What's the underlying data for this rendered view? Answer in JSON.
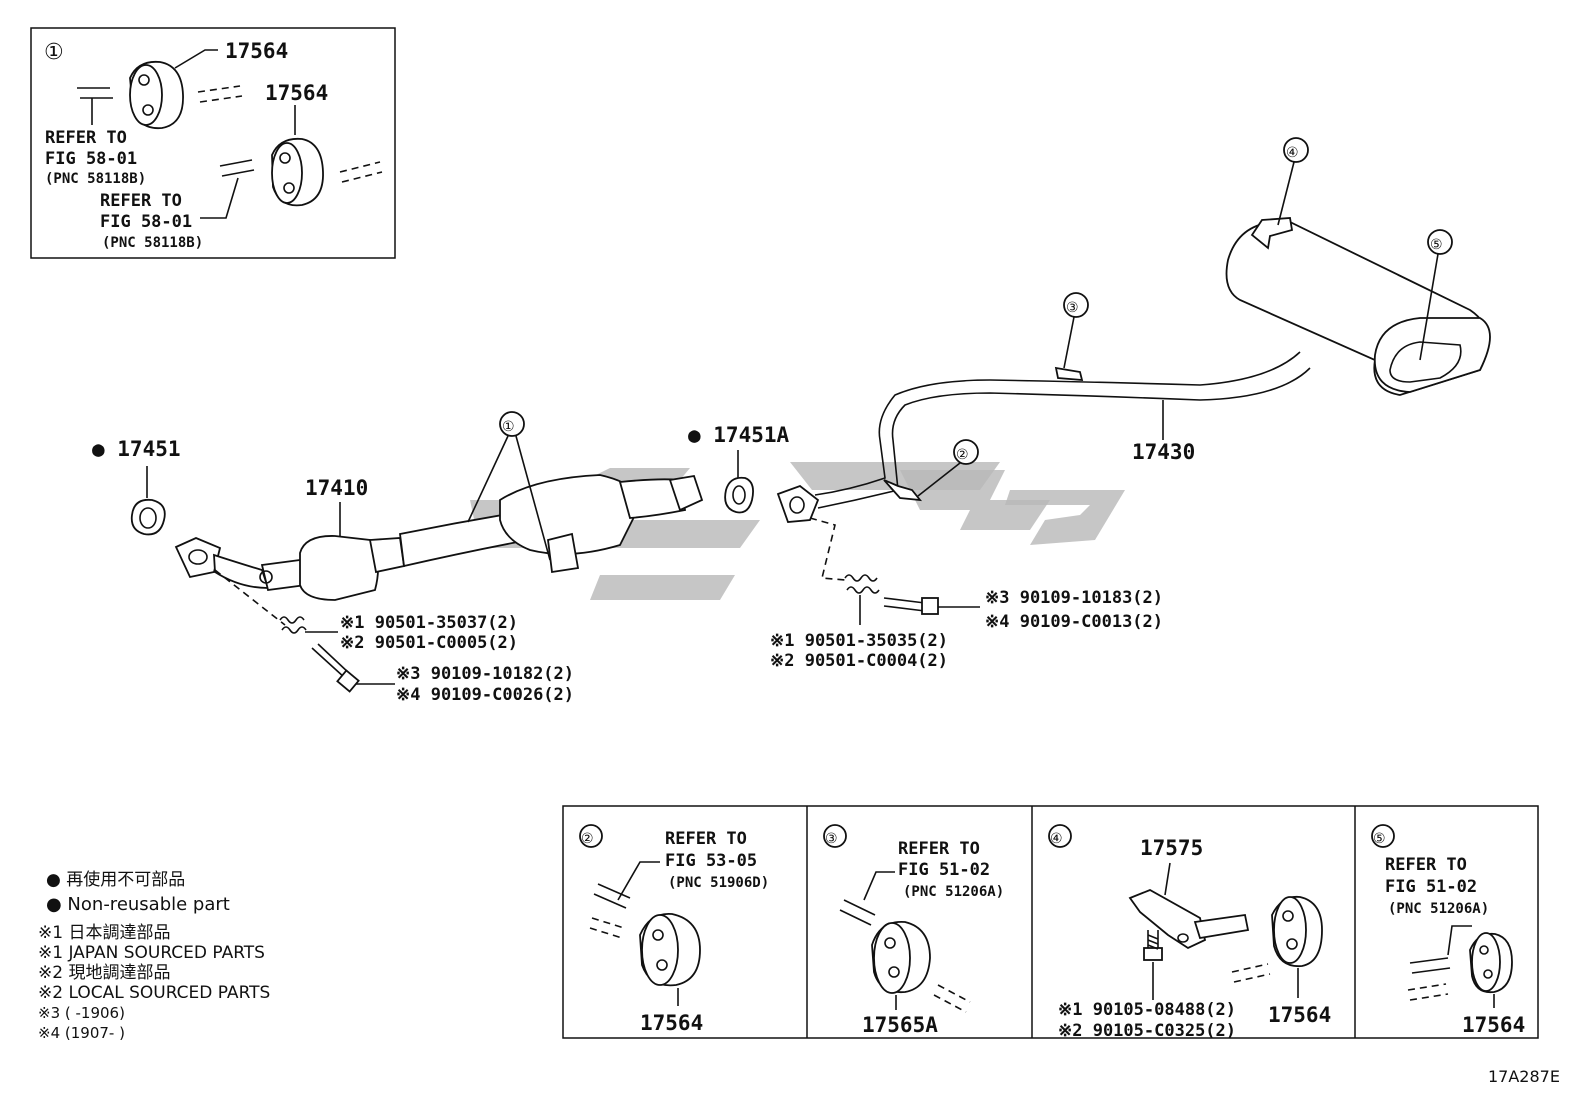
{
  "inset1": {
    "marker": "①",
    "part_top": "17564",
    "part_second": "17564",
    "ref1_line1": "REFER TO",
    "ref1_line2": "FIG 58-01",
    "ref1_pnc": "(PNC 58118B)",
    "ref2_line1": "REFER TO",
    "ref2_line2": "FIG 58-01",
    "ref2_pnc": "(PNC 58118B)"
  },
  "main": {
    "gasket_front": "● 17451",
    "front_pipe": "17410",
    "gasket_center": "● 17451A",
    "tail_pipe": "17430",
    "callout_1": "①",
    "callout_2": "②",
    "callout_3": "③",
    "callout_4": "④",
    "callout_5": "⑤",
    "front_spring_1": "※1 90501-35037(2)",
    "front_spring_2": "※2 90501-C0005(2)",
    "front_bolt_3": "※3 90109-10182(2)",
    "front_bolt_4": "※4 90109-C0026(2)",
    "rear_bolt_3": "※3 90109-10183(2)",
    "rear_bolt_4": "※4 90109-C0013(2)",
    "rear_spring_1": "※1 90501-35035(2)",
    "rear_spring_2": "※2 90501-C0004(2)"
  },
  "legend": {
    "nonreusable_jp": "● 再使用不可部品",
    "nonreusable_en": "● Non-reusable part",
    "note1_jp": "※1  日本調達部品",
    "note1_en": "※1  JAPAN SOURCED PARTS",
    "note2_jp": "※2  現地調達部品",
    "note2_en": "※2  LOCAL SOURCED PARTS",
    "note3": "※3  (       -1906)",
    "note4": "※4  (1907-       )"
  },
  "panels": [
    {
      "marker": "②",
      "ref_line1": "REFER TO",
      "ref_line2": "FIG 53-05",
      "ref_pnc": "(PNC 51906D)",
      "part": "17564"
    },
    {
      "marker": "③",
      "ref_line1": "REFER TO",
      "ref_line2": "FIG 51-02",
      "ref_pnc": "(PNC 51206A)",
      "part": "17565A"
    },
    {
      "marker": "④",
      "bracket": "17575",
      "bolt_1": "※1 90105-08488(2)",
      "bolt_2": "※2 90105-C0325(2)",
      "part": "17564"
    },
    {
      "marker": "⑤",
      "ref_line1": "REFER TO",
      "ref_line2": "FIG 51-02",
      "ref_pnc": "(PNC 51206A)",
      "part": "17564"
    }
  ],
  "figure_code": "17A287E",
  "colors": {
    "line": "#111111",
    "watermark": "#b8b8b8",
    "background": "#ffffff"
  }
}
